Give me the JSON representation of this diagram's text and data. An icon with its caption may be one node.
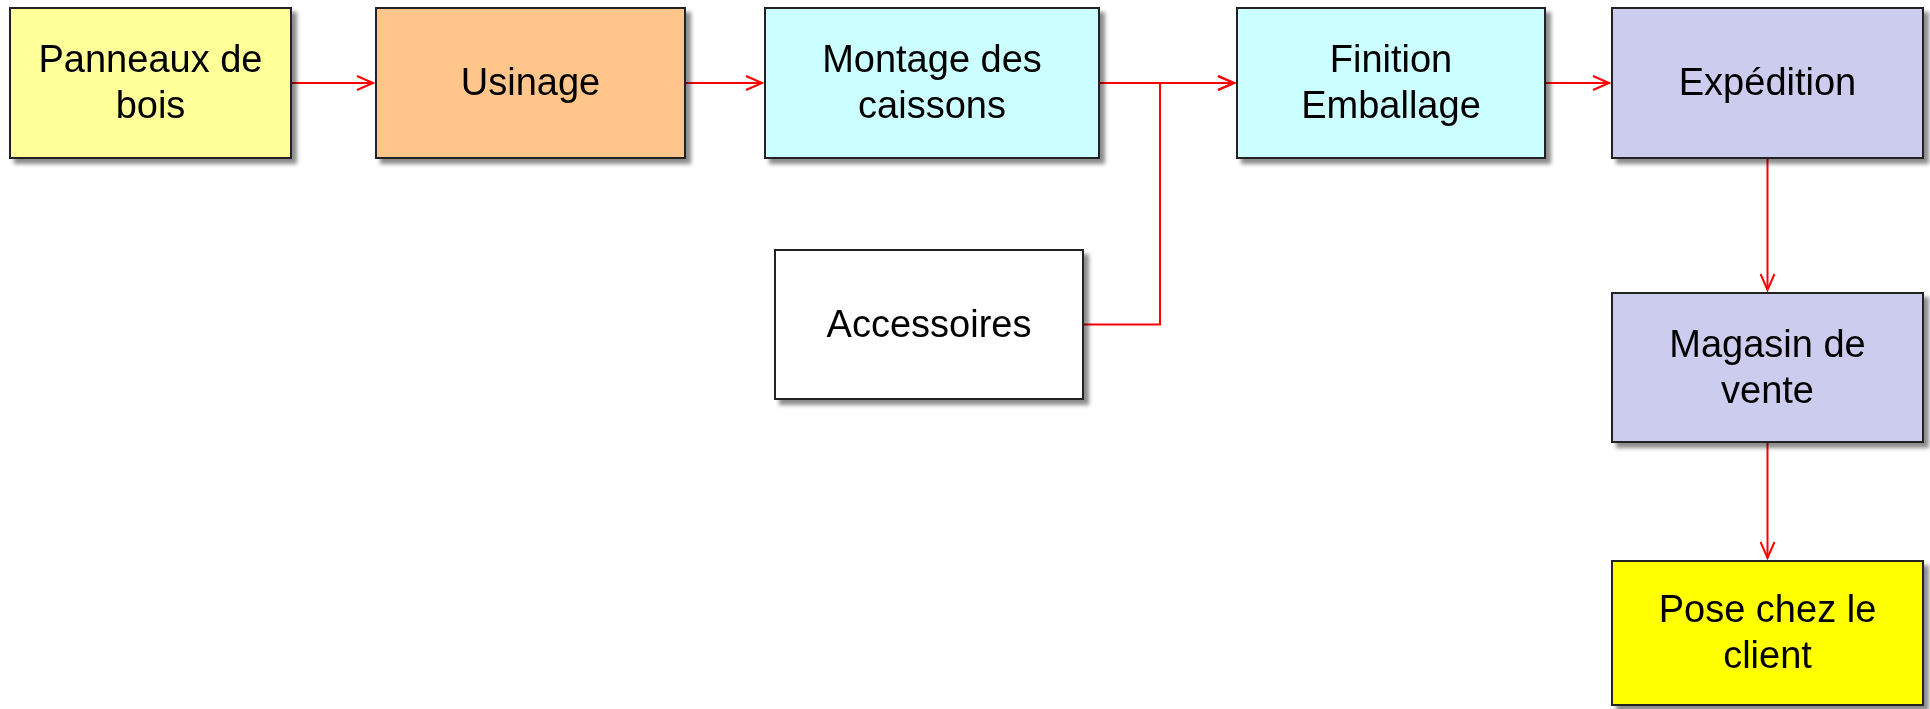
{
  "diagram": {
    "nodes": [
      {
        "text": [
          "Panneaux de bois"
        ]
      },
      {
        "text": [
          "Usinage"
        ]
      },
      {
        "text": [
          "Montage des caissons"
        ]
      },
      {
        "text": [
          "Accessoires"
        ]
      },
      {
        "text": [
          "Finition Emballage"
        ]
      },
      {
        "text": [
          "Expédition"
        ]
      },
      {
        "text": [
          "Magasin de vente"
        ]
      },
      {
        "text": [
          "Pose chez le client"
        ]
      }
    ],
    "edges": [
      {
        "from": 0,
        "to": 1,
        "arrow": "to"
      },
      {
        "from": 1,
        "to": 2,
        "arrow": "to"
      },
      {
        "from": 2,
        "to": 4,
        "arrow": "to"
      },
      {
        "from": 3,
        "to": 4,
        "arrow": "to"
      },
      {
        "from": 4,
        "to": 5,
        "arrow": "to"
      },
      {
        "from": 5,
        "to": 6,
        "arrow": "to"
      },
      {
        "from": 6,
        "to": 7,
        "arrow": "to"
      }
    ]
  }
}
